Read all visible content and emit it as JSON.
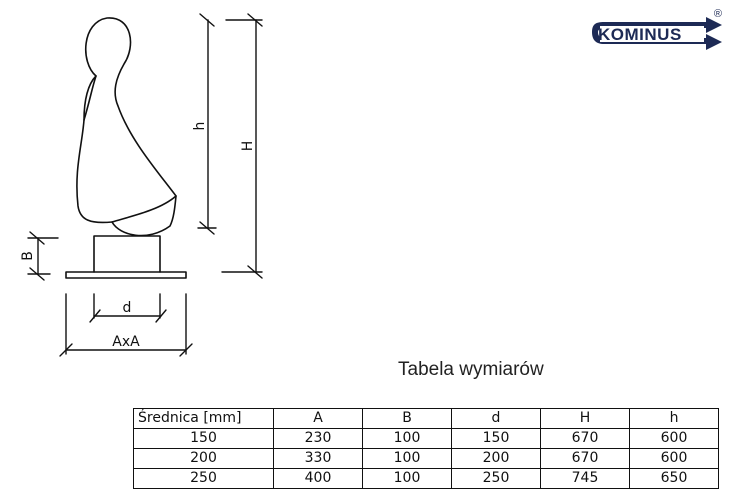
{
  "logo": {
    "text": "KOMINUS",
    "registered": "®"
  },
  "drawing": {
    "labels": {
      "h": "h",
      "H": "H",
      "B": "B",
      "d": "d",
      "AxA": "AxA"
    }
  },
  "table": {
    "title": "Tabela wymiarów",
    "headers": [
      "Średnica [mm]",
      "A",
      "B",
      "d",
      "H",
      "h"
    ],
    "rows": [
      [
        "150",
        "230",
        "100",
        "150",
        "670",
        "600"
      ],
      [
        "200",
        "330",
        "100",
        "200",
        "670",
        "600"
      ],
      [
        "250",
        "400",
        "100",
        "250",
        "745",
        "650"
      ]
    ]
  },
  "colors": {
    "line": "#111111",
    "logo_blue": "#1d2a55"
  }
}
